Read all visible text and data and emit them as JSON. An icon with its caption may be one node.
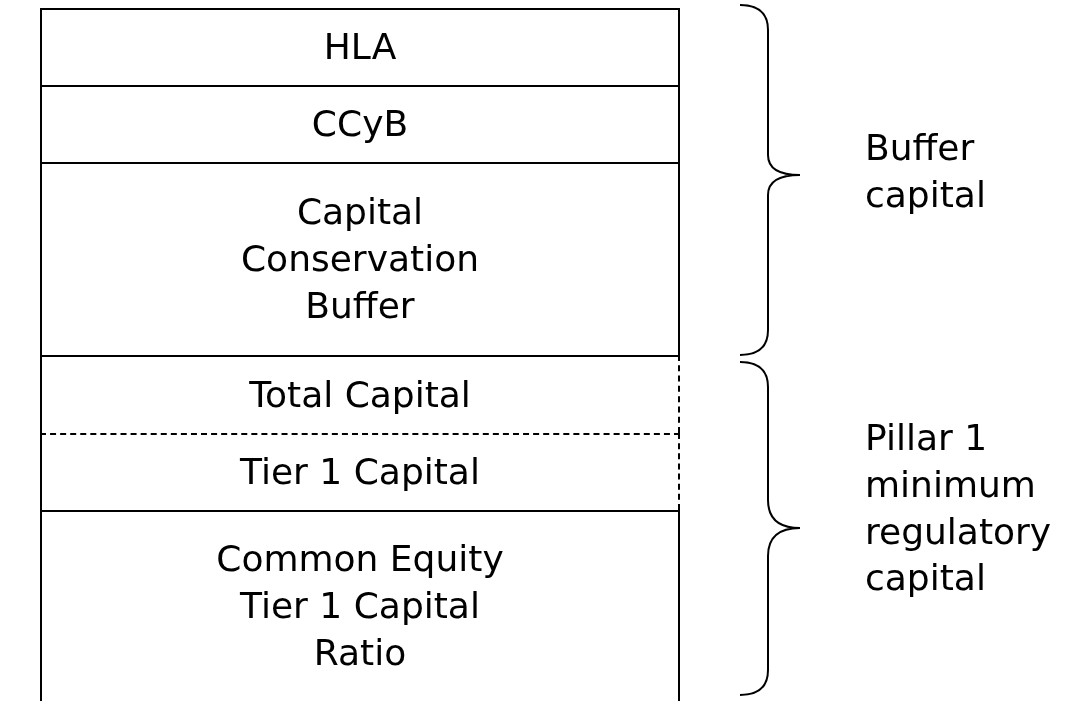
{
  "diagram": {
    "nodes": [
      {
        "text": [
          "HLA"
        ]
      },
      {
        "text": [
          "CCyB"
        ]
      },
      {
        "text": [
          "Capital Conservation Buffer"
        ]
      },
      {
        "text": [
          "Total Capital"
        ]
      },
      {
        "text": [
          "Tier 1 Capital"
        ]
      },
      {
        "text": [
          "Common Equity Tier 1 Capital Ratio"
        ]
      }
    ],
    "edges": [],
    "labels": [
      "Buffer capital",
      "Pillar 1 minimum regulatory capital"
    ]
  }
}
